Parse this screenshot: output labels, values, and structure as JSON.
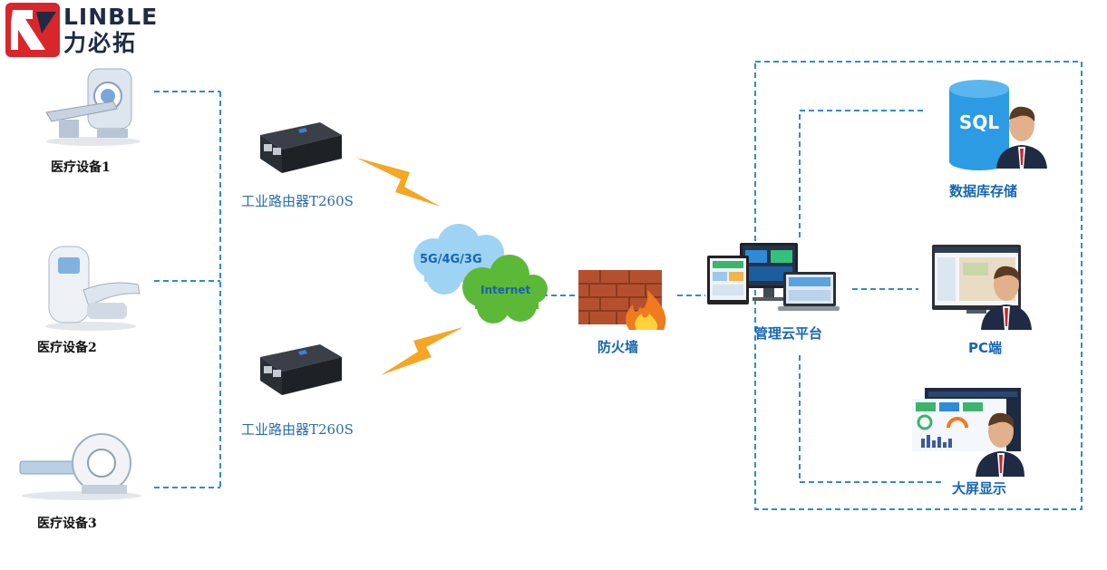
{
  "brand": {
    "name_en": "LINBLE",
    "name_cn": "力必拓",
    "colors": {
      "red": "#d9262b",
      "navy": "#1f2a44"
    }
  },
  "devices": [
    {
      "label": "医疗设备1",
      "icon": "ct-scanner-icon"
    },
    {
      "label": "医疗设备2",
      "icon": "medical-scanner-icon"
    },
    {
      "label": "医疗设备3",
      "icon": "mri-scanner-icon"
    }
  ],
  "routers": [
    {
      "label": "工业路由器T260S",
      "icon": "industrial-router-icon"
    },
    {
      "label": "工业路由器T260S",
      "icon": "industrial-router-icon"
    }
  ],
  "network": {
    "cellular": "5G/4G/3G",
    "internet": "Internet"
  },
  "firewall": {
    "label": "防火墙",
    "icon": "firewall-icon"
  },
  "platform": {
    "label": "管理云平台",
    "icon": "cloud-platform-computers-icon"
  },
  "endpoints": [
    {
      "label": "数据库存储",
      "icon": "sql-database-icon",
      "badge": "SQL"
    },
    {
      "label": "PC端",
      "icon": "pc-monitor-icon"
    },
    {
      "label": "大屏显示",
      "icon": "large-screen-display-icon"
    }
  ],
  "colors": {
    "line": "#2f8ad8",
    "label_blue": "#1565b5",
    "router_label": "#2a6cb0",
    "lightning": "#f5a623"
  }
}
